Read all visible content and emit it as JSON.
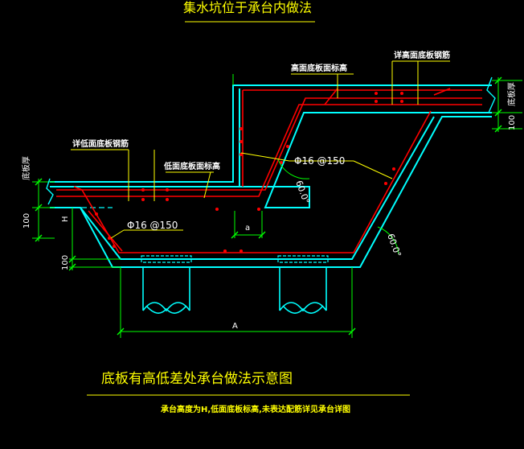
{
  "title": "集水坑位于承台内做法",
  "caption": "底板有高低差处承台做法示意图",
  "note": "承台高度为H,低面底板标高,未表达配筋详见承台详图",
  "labels": {
    "high_slab_elevation": "高面底板面标高",
    "high_slab_rebar_detail": "详高面底板钢筋",
    "low_slab_rebar_detail": "详低面底板钢筋",
    "low_slab_elevation": "低面底板面标高",
    "rebar_upper": "Φ16 @150",
    "rebar_lower": "Φ16 @150"
  },
  "dimensions": {
    "slab_thickness_right": "底板厚",
    "dim_100_right": "100",
    "slab_thickness_left": "底板厚",
    "dim_100_left": "100",
    "height": "H",
    "dim_100_bottom": "100",
    "dim_a": "a",
    "dim_A": "A"
  },
  "angles": {
    "upper": "60.0°",
    "lower": "60.0°"
  },
  "colors": {
    "outline": "#00ffff",
    "rebar": "#ff0000",
    "dimension": "#00ff00",
    "text": "#ffff00",
    "piles": "#00ffff",
    "leader": "#ffff00"
  }
}
